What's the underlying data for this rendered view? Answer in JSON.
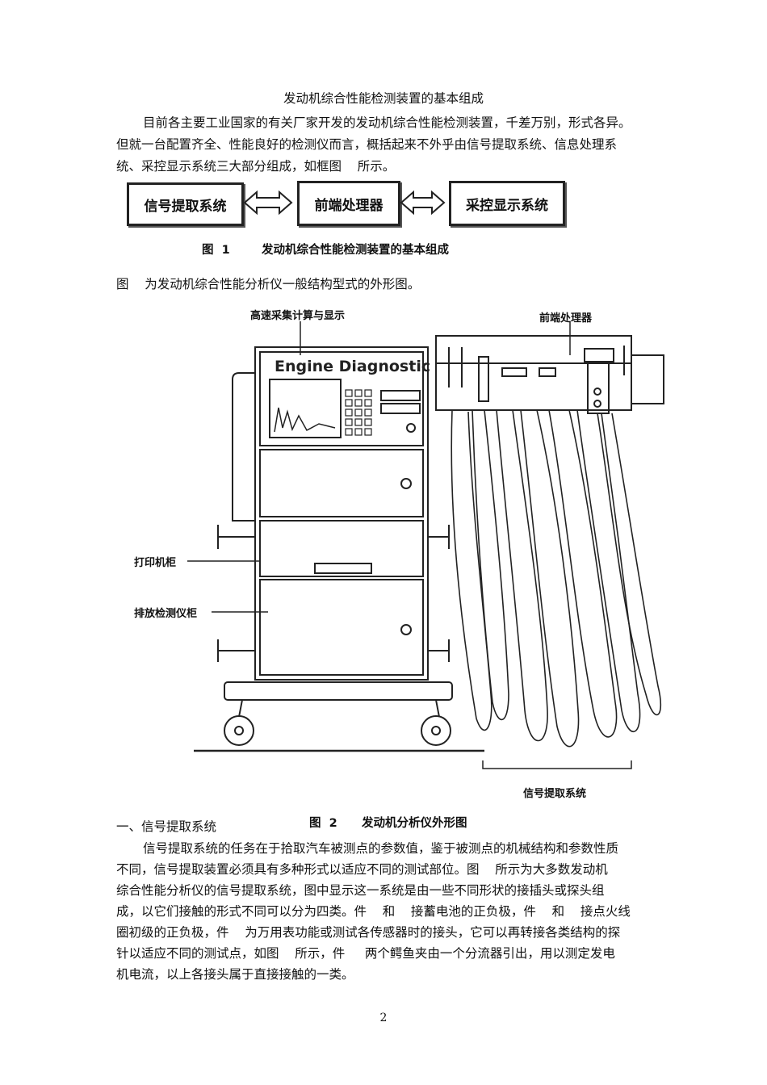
{
  "doc": {
    "title": "发动机综合性能检测装置的基本组成",
    "intro_lines": [
      "目前各主要工业国家的有关厂家开发的发动机综合性能检测装置，千差万别，形式各异。",
      "但就一台配置齐全、性能良好的检测仪而言，概括起来不外乎由信号提取系统、信息处理系",
      "统、采控显示系统三大部分组成，如框图    所示。"
    ]
  },
  "figure1": {
    "box1": "信号提取系统",
    "box2": "前端处理器",
    "box3": "采控显示系统",
    "caption_num": "图  1",
    "caption_text": "发动机综合性能检测装置的基本组成"
  },
  "fig2_intro": "图    为发动机综合性能分析仪一般结构型式的外形图。",
  "figure2": {
    "label_top_left": "高速采集计算与显示",
    "label_top_right": "前端处理器",
    "label_printer": "打印机柜",
    "label_cabinet": "排放检测仪柜",
    "label_signal": "信号提取系统",
    "screen_brand": "Engine Diagnostic",
    "caption_num": "图  2",
    "caption_text": "发动机分析仪外形图"
  },
  "section1": {
    "heading": "一、信号提取系统",
    "lines": [
      "信号提取系统的任务在于拾取汽车被测点的参数值，鉴于被测点的机械结构和参数性质",
      "不同，信号提取装置必须具有多种形式以适应不同的测试部位。图    所示为大多数发动机",
      "综合性能分析仪的信号提取系统，图中显示这一系统是由一些不同形状的接插头或探头组",
      "成，以它们接触的形式不同可以分为四类。件    和    接蓄电池的正负极，件    和    接点火线",
      "圈初级的正负极，件    为万用表功能或测试各传感器时的接头，它可以再转接各类结构的探",
      "针以适应不同的测试点，如图    所示，件     两个鳄鱼夹由一个分流器引出，用以测定发电",
      "机电流，以上各接头属于直接接触的一类。"
    ]
  },
  "page_number": "2"
}
